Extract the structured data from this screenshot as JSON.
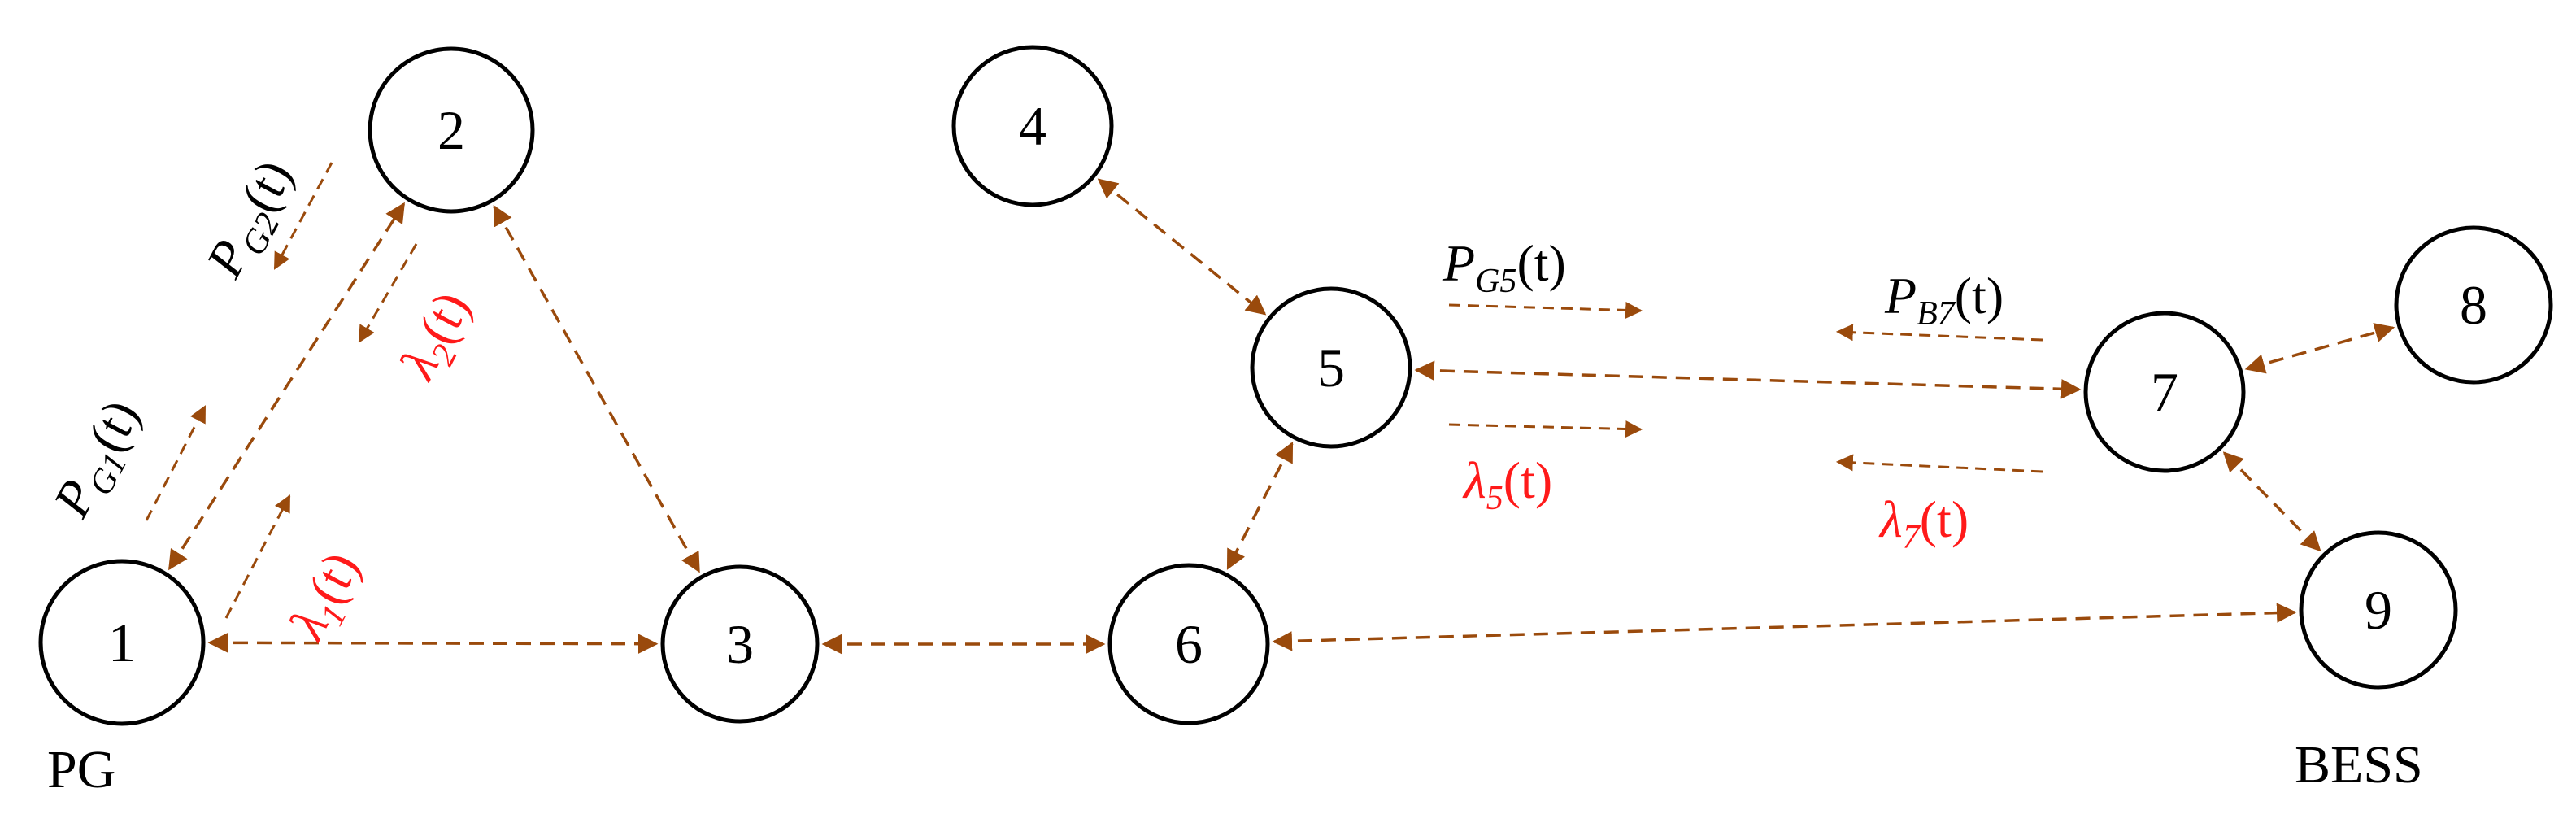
{
  "colors": {
    "edge": "#9a4a0c",
    "price_label": "#ff1a1a",
    "power_label": "#000000"
  },
  "nodes": [
    {
      "id": "1",
      "label": "1"
    },
    {
      "id": "2",
      "label": "2"
    },
    {
      "id": "3",
      "label": "3"
    },
    {
      "id": "4",
      "label": "4"
    },
    {
      "id": "5",
      "label": "5"
    },
    {
      "id": "6",
      "label": "6"
    },
    {
      "id": "7",
      "label": "7"
    },
    {
      "id": "8",
      "label": "8"
    },
    {
      "id": "9",
      "label": "9"
    }
  ],
  "edges": [
    {
      "from": "1",
      "to": "2"
    },
    {
      "from": "1",
      "to": "3"
    },
    {
      "from": "2",
      "to": "3"
    },
    {
      "from": "3",
      "to": "6"
    },
    {
      "from": "4",
      "to": "5"
    },
    {
      "from": "5",
      "to": "6"
    },
    {
      "from": "5",
      "to": "7"
    },
    {
      "from": "6",
      "to": "9"
    },
    {
      "from": "7",
      "to": "8"
    },
    {
      "from": "7",
      "to": "9"
    }
  ],
  "side_labels": {
    "node1": "PG",
    "node9": "BESS"
  },
  "flow_labels": {
    "pg1": {
      "symbol": "P",
      "sub": "G1",
      "arg": "(t)"
    },
    "pg2": {
      "symbol": "P",
      "sub": "G2",
      "arg": "(t)"
    },
    "pg5": {
      "symbol": "P",
      "sub": "G5",
      "arg": "(t)"
    },
    "pb7": {
      "symbol": "P",
      "sub": "B7",
      "arg": "(t)"
    },
    "l1": {
      "symbol": "λ",
      "sub": "1",
      "arg": "(t)"
    },
    "l2": {
      "symbol": "λ",
      "sub": "2",
      "arg": "(t)"
    },
    "l5": {
      "symbol": "λ",
      "sub": "5",
      "arg": "(t)"
    },
    "l7": {
      "symbol": "λ",
      "sub": "7",
      "arg": "(t)"
    }
  }
}
